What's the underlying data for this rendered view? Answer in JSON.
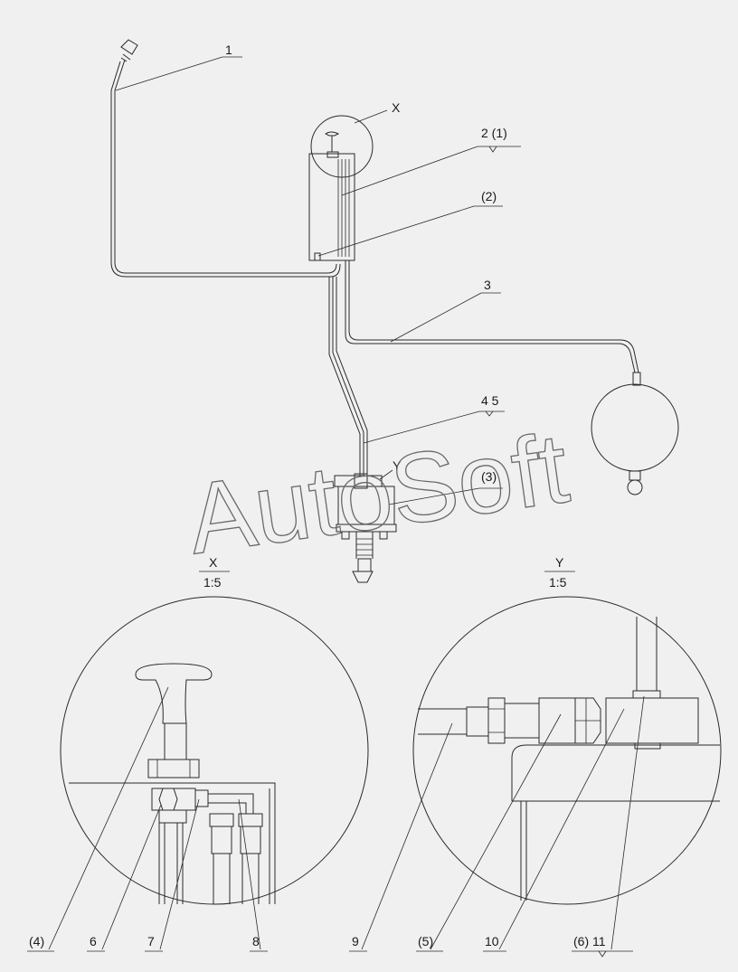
{
  "watermark": "AutoSoft",
  "callouts": {
    "c1": "1",
    "cX": "X",
    "c2_1": "2 (1)",
    "c_2": "(2)",
    "c3": "3",
    "c45": "4 5",
    "cY": "Y",
    "c_3": "(3)",
    "c_4": "(4)",
    "c6": "6",
    "c7": "7",
    "c8": "8",
    "c9": "9",
    "c_5": "(5)",
    "c10": "10",
    "c_6_11": "(6) 11"
  },
  "detail_x": {
    "name": "X",
    "scale": "1:5"
  },
  "detail_y": {
    "name": "Y",
    "scale": "1:5"
  }
}
